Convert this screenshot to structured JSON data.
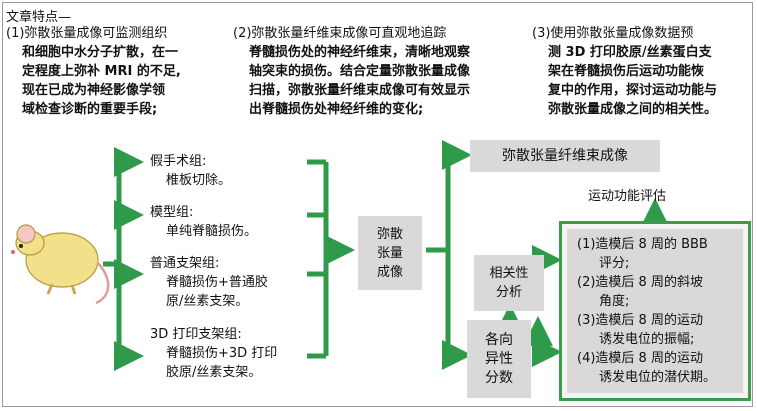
{
  "header": "文章特点—",
  "features": [
    {
      "lines": [
        "(1)弥散张量成像可监测组织",
        "和细胞中水分子扩散，在一",
        "定程度上弥补 MRI 的不足,",
        "现在已成为神经影像学领",
        "域检查诊断的重要手段;"
      ]
    },
    {
      "lines": [
        "(2)弥散张量纤维束成像可直观地追踪",
        "脊髓损伤处的神经纤维束，清晰地观察",
        "轴突束的损伤。结合定量弥散张量成像",
        "扫描，弥散张量纤维束成像可有效显示",
        "出脊髓损伤处神经纤维的变化;"
      ]
    },
    {
      "lines": [
        "(3)使用弥散张量成像数据预",
        "测 3D 打印胶原/丝素蛋白支",
        "架在脊髓损伤后运动功能恢",
        "复中的作用，探讨运动功能与",
        "弥散张量成像之间的相关性。"
      ]
    }
  ],
  "groups": [
    {
      "title": "假手术组:",
      "lines": [
        "椎板切除。"
      ]
    },
    {
      "title": "模型组:",
      "lines": [
        "单纯脊髓损伤。"
      ]
    },
    {
      "title": "普通支架组:",
      "lines": [
        "脊髓损伤+普通胶",
        "原/丝素支架。"
      ]
    },
    {
      "title": "3D 打印支架组:",
      "lines": [
        "脊髓损伤+3D 打印",
        "胶原/丝素支架。"
      ]
    }
  ],
  "dti_box": [
    "弥散",
    "张量",
    "成像"
  ],
  "dtt_box": "弥散张量纤维束成像",
  "motor_label": "运动功能评估",
  "correlation_box": [
    "相关性",
    "分析"
  ],
  "anisotropy_box": [
    "各向",
    "异性",
    "分数"
  ],
  "evaluations": [
    [
      "(1)造模后 8 周的 BBB",
      "评分;"
    ],
    [
      "(2)造模后 8 周的斜坡",
      "角度;"
    ],
    [
      "(3)造模后 8 周的运动",
      "诱发电位的振幅;"
    ],
    [
      "(4)造模后 8 周的运动",
      "诱发电位的潜伏期。"
    ]
  ],
  "colors": {
    "arrow": "#2f9a4a",
    "box": "#d9d9d9",
    "border": "#3a9d4a",
    "mouse": "#f3e08a"
  }
}
